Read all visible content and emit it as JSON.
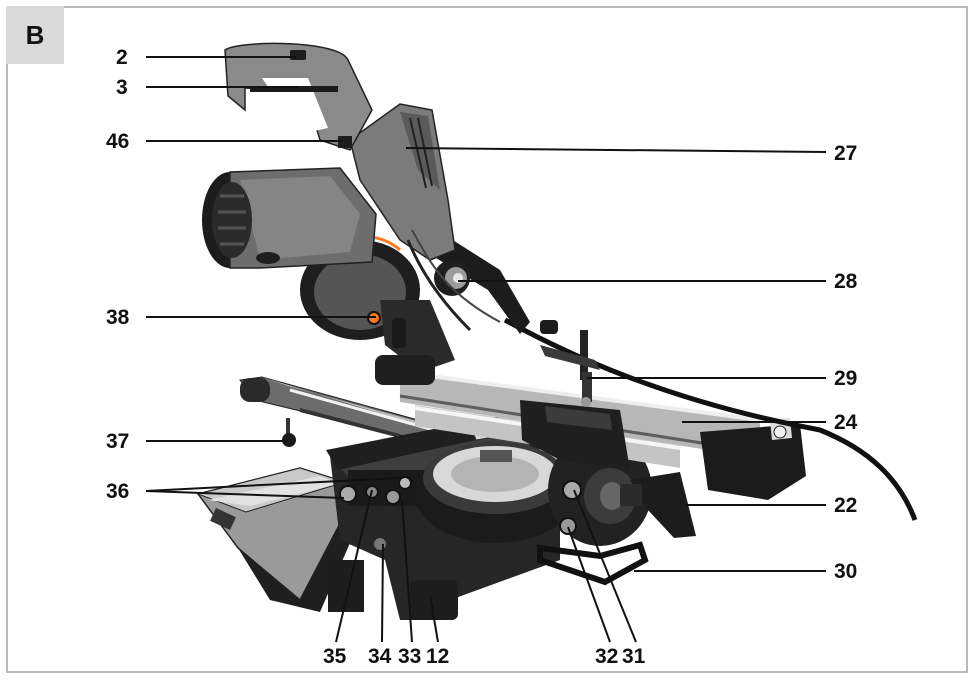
{
  "panel": {
    "letter": "B"
  },
  "callouts": {
    "c2": "2",
    "c3": "3",
    "c46": "46",
    "c38": "38",
    "c37": "37",
    "c36": "36",
    "c27": "27",
    "c28": "28",
    "c29": "29",
    "c24": "24",
    "c22": "22",
    "c30": "30",
    "c35": "35",
    "c34": "34",
    "c33": "33",
    "c12": "12",
    "c32": "32",
    "c31": "31"
  }
}
